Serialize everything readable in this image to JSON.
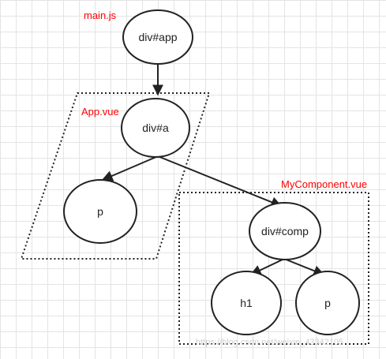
{
  "colors": {
    "label": "#ff0000",
    "stroke": "#222222",
    "node_fill": "#ffffff",
    "grid": "#e4e4e4"
  },
  "labels": {
    "main_js": "main.js",
    "app_vue": "App.vue",
    "my_component_vue": "MyComponent.vue"
  },
  "nodes": {
    "div_app": "div#app",
    "div_a": "div#a",
    "p_app": "p",
    "div_comp": "div#comp",
    "h1": "h1",
    "p_comp": "p"
  },
  "watermark": "https://blog.csdn.net/weixin_43342105"
}
